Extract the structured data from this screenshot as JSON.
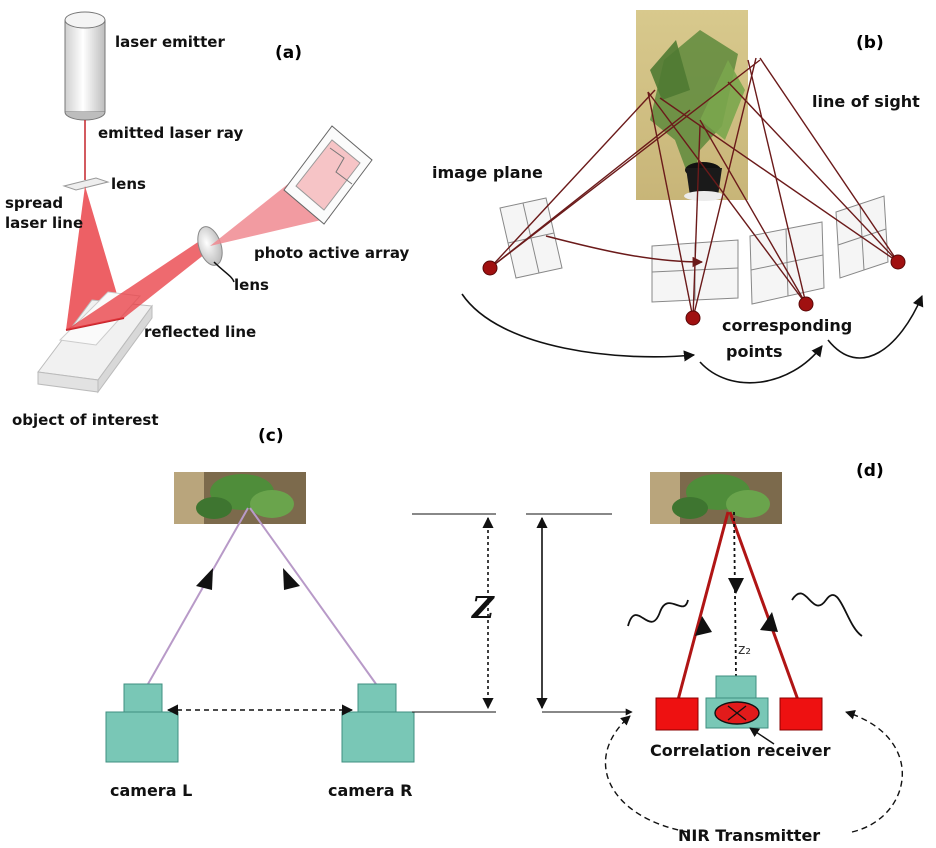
{
  "panels": {
    "a": {
      "tag": "(a)",
      "laser_emitter": "laser emitter",
      "emitted_laser_ray": "emitted laser ray",
      "lens_top": "lens",
      "spread_laser_line_1": "spread",
      "spread_laser_line_2": "laser line",
      "photo_active_array": "photo active array",
      "lens_right": "lens",
      "reflected_line": "reflected line",
      "object_of_interest": "object of interest"
    },
    "b": {
      "tag": "(b)",
      "line_of_sight": "line of sight",
      "image_plane": "image plane",
      "corresponding_points_1": "corresponding",
      "corresponding_points_2": "points"
    },
    "c": {
      "tag": "(c)",
      "z_label": "Z",
      "camera_l": "camera L",
      "camera_r": "camera R"
    },
    "d": {
      "tag": "(d)",
      "z_small": "z₂",
      "correlation_receiver": "Correlation receiver",
      "nir_transmitter": "NIR Transmitter"
    }
  },
  "colors": {
    "laser": "#e8383f",
    "beam": "#f08a90",
    "sight_line": "#6b1a1a",
    "point": "#a01010",
    "camera": "#79c7b6",
    "camera_edge": "#3f8f80",
    "camera_ray": "#b89ac8",
    "nir_red": "#ee1111",
    "nir_ray": "#b01515"
  }
}
